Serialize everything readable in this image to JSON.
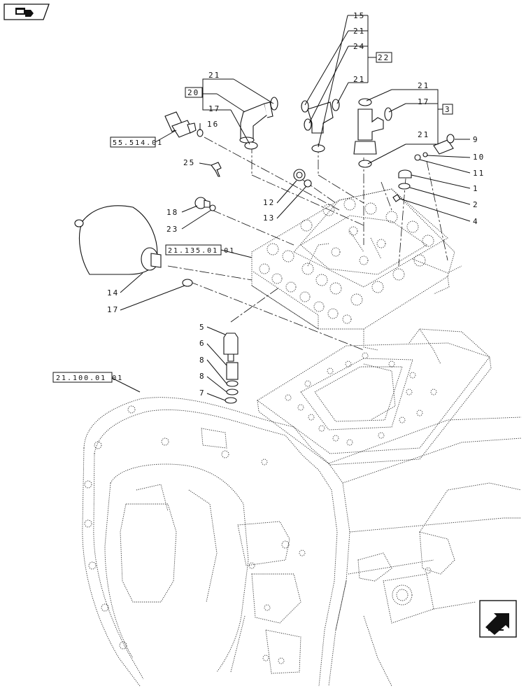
{
  "references": {
    "r55": "55.514.01",
    "r21135": "21.135.01 01",
    "r21100": "21.100.01 01"
  },
  "groups": {
    "g20": "20",
    "g22": "22",
    "g3": "3"
  },
  "callouts": {
    "c15": "15",
    "c21a": "21",
    "c24": "24",
    "c21b": "21",
    "c21c": "21",
    "c17a": "17",
    "c16": "16",
    "c25": "25",
    "c18": "18",
    "c23": "23",
    "c12": "12",
    "c13": "13",
    "c14": "14",
    "c17b": "17",
    "c21d": "21",
    "c17c": "17",
    "c21e": "21",
    "c9": "9",
    "c10": "10",
    "c11": "11",
    "c1": "1",
    "c2": "2",
    "c4": "4",
    "c5": "5",
    "c6": "6",
    "c8a": "8",
    "c8b": "8",
    "c7": "7"
  },
  "nav": {
    "top_icon": "book-arrow-icon",
    "bottom_icon": "next-page-arrow-icon"
  }
}
